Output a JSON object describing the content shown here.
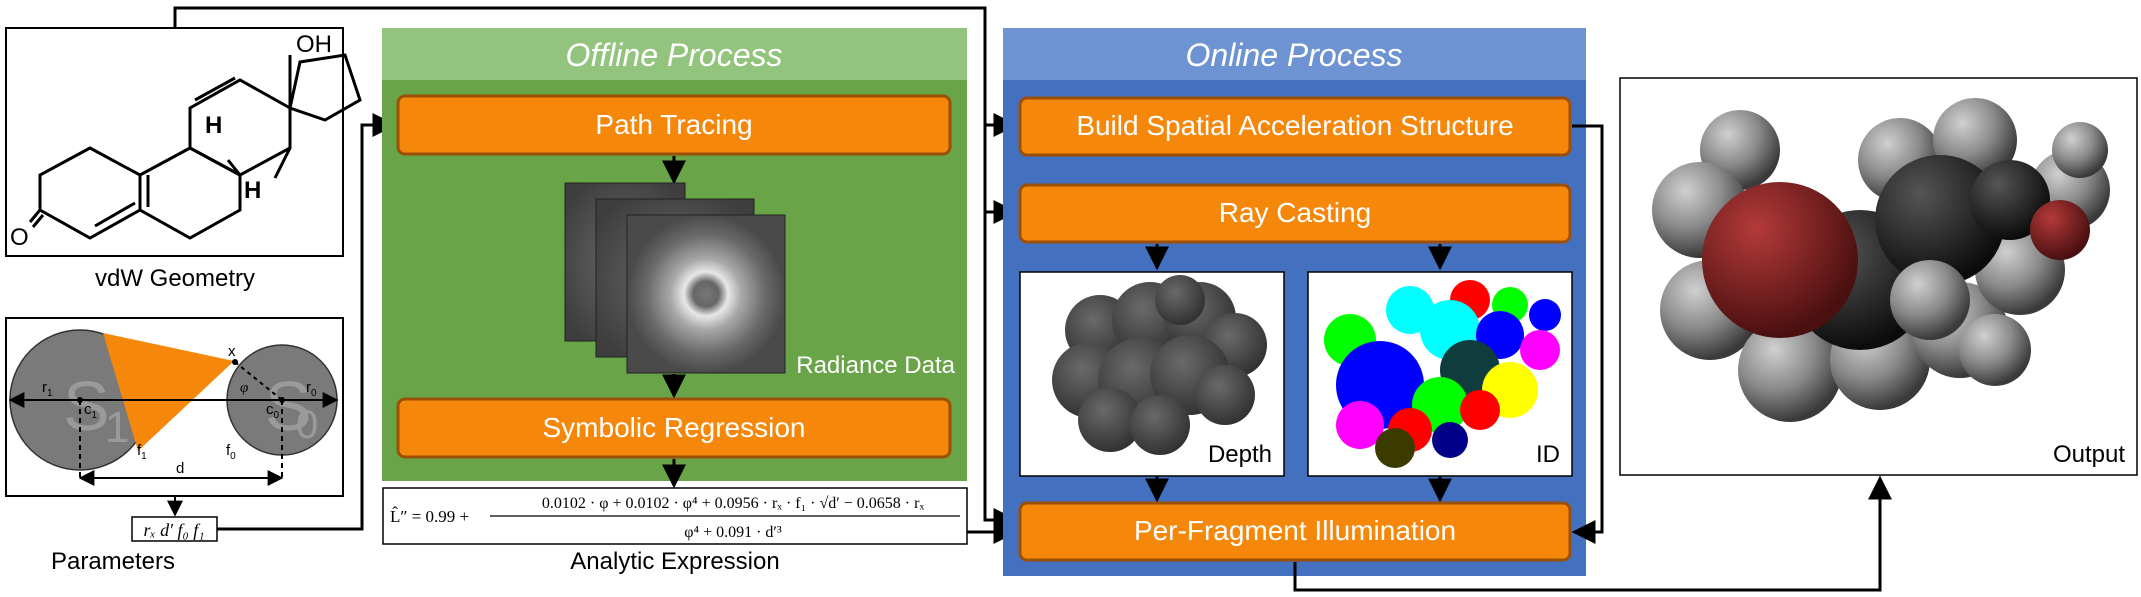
{
  "molecule": {
    "caption": "vdW Geometry",
    "hydroxyl_label": "OH",
    "hydrogen_label_1": "H",
    "hydrogen_label_2": "H",
    "oxygen_label": "O"
  },
  "parameters_diagram": {
    "sphere_1_label": "S",
    "sphere_1_index": "1",
    "sphere_0_label": "S",
    "sphere_0_index": "0",
    "r1": "r",
    "r1_sub": "1",
    "r0": "r",
    "r0_sub": "0",
    "c1": "c",
    "c1_sub": "1",
    "c0": "c",
    "c0_sub": "0",
    "f1": "f",
    "f1_sub": "1",
    "f0": "f",
    "f0_sub": "0",
    "x": "x",
    "phi": "φ",
    "d": "d",
    "parameter_vector": "rₓ d′ f₀ f₁",
    "caption": "Parameters"
  },
  "offline": {
    "title": "Offline Process",
    "path_tracing": "Path Tracing",
    "radiance_label": "Radiance Data",
    "symbolic_regression": "Symbolic Regression",
    "formula_lhs": "L̂″ = 0.99 +",
    "formula_numerator": "0.0102 · φ + 0.0102 · φ⁴ + 0.0956 · rₓ · f₁ · √d′ − 0.0658 · rₓ",
    "formula_denominator": "φ⁴ + 0.091 · d′³",
    "caption": "Analytic Expression"
  },
  "online": {
    "title": "Online Process",
    "build": "Build Spatial Acceleration Structure",
    "ray_casting": "Ray Casting",
    "depth_label": "Depth",
    "id_label": "ID",
    "illumination": "Per-Fragment Illumination"
  },
  "output": {
    "label": "Output"
  },
  "colors": {
    "orange": "#f5870a",
    "orange_border": "#9c4f06",
    "offline_dark": "#69a448",
    "offline_light": "#93c47d",
    "online_dark": "#4470c0",
    "online_light": "#6d93d2"
  }
}
